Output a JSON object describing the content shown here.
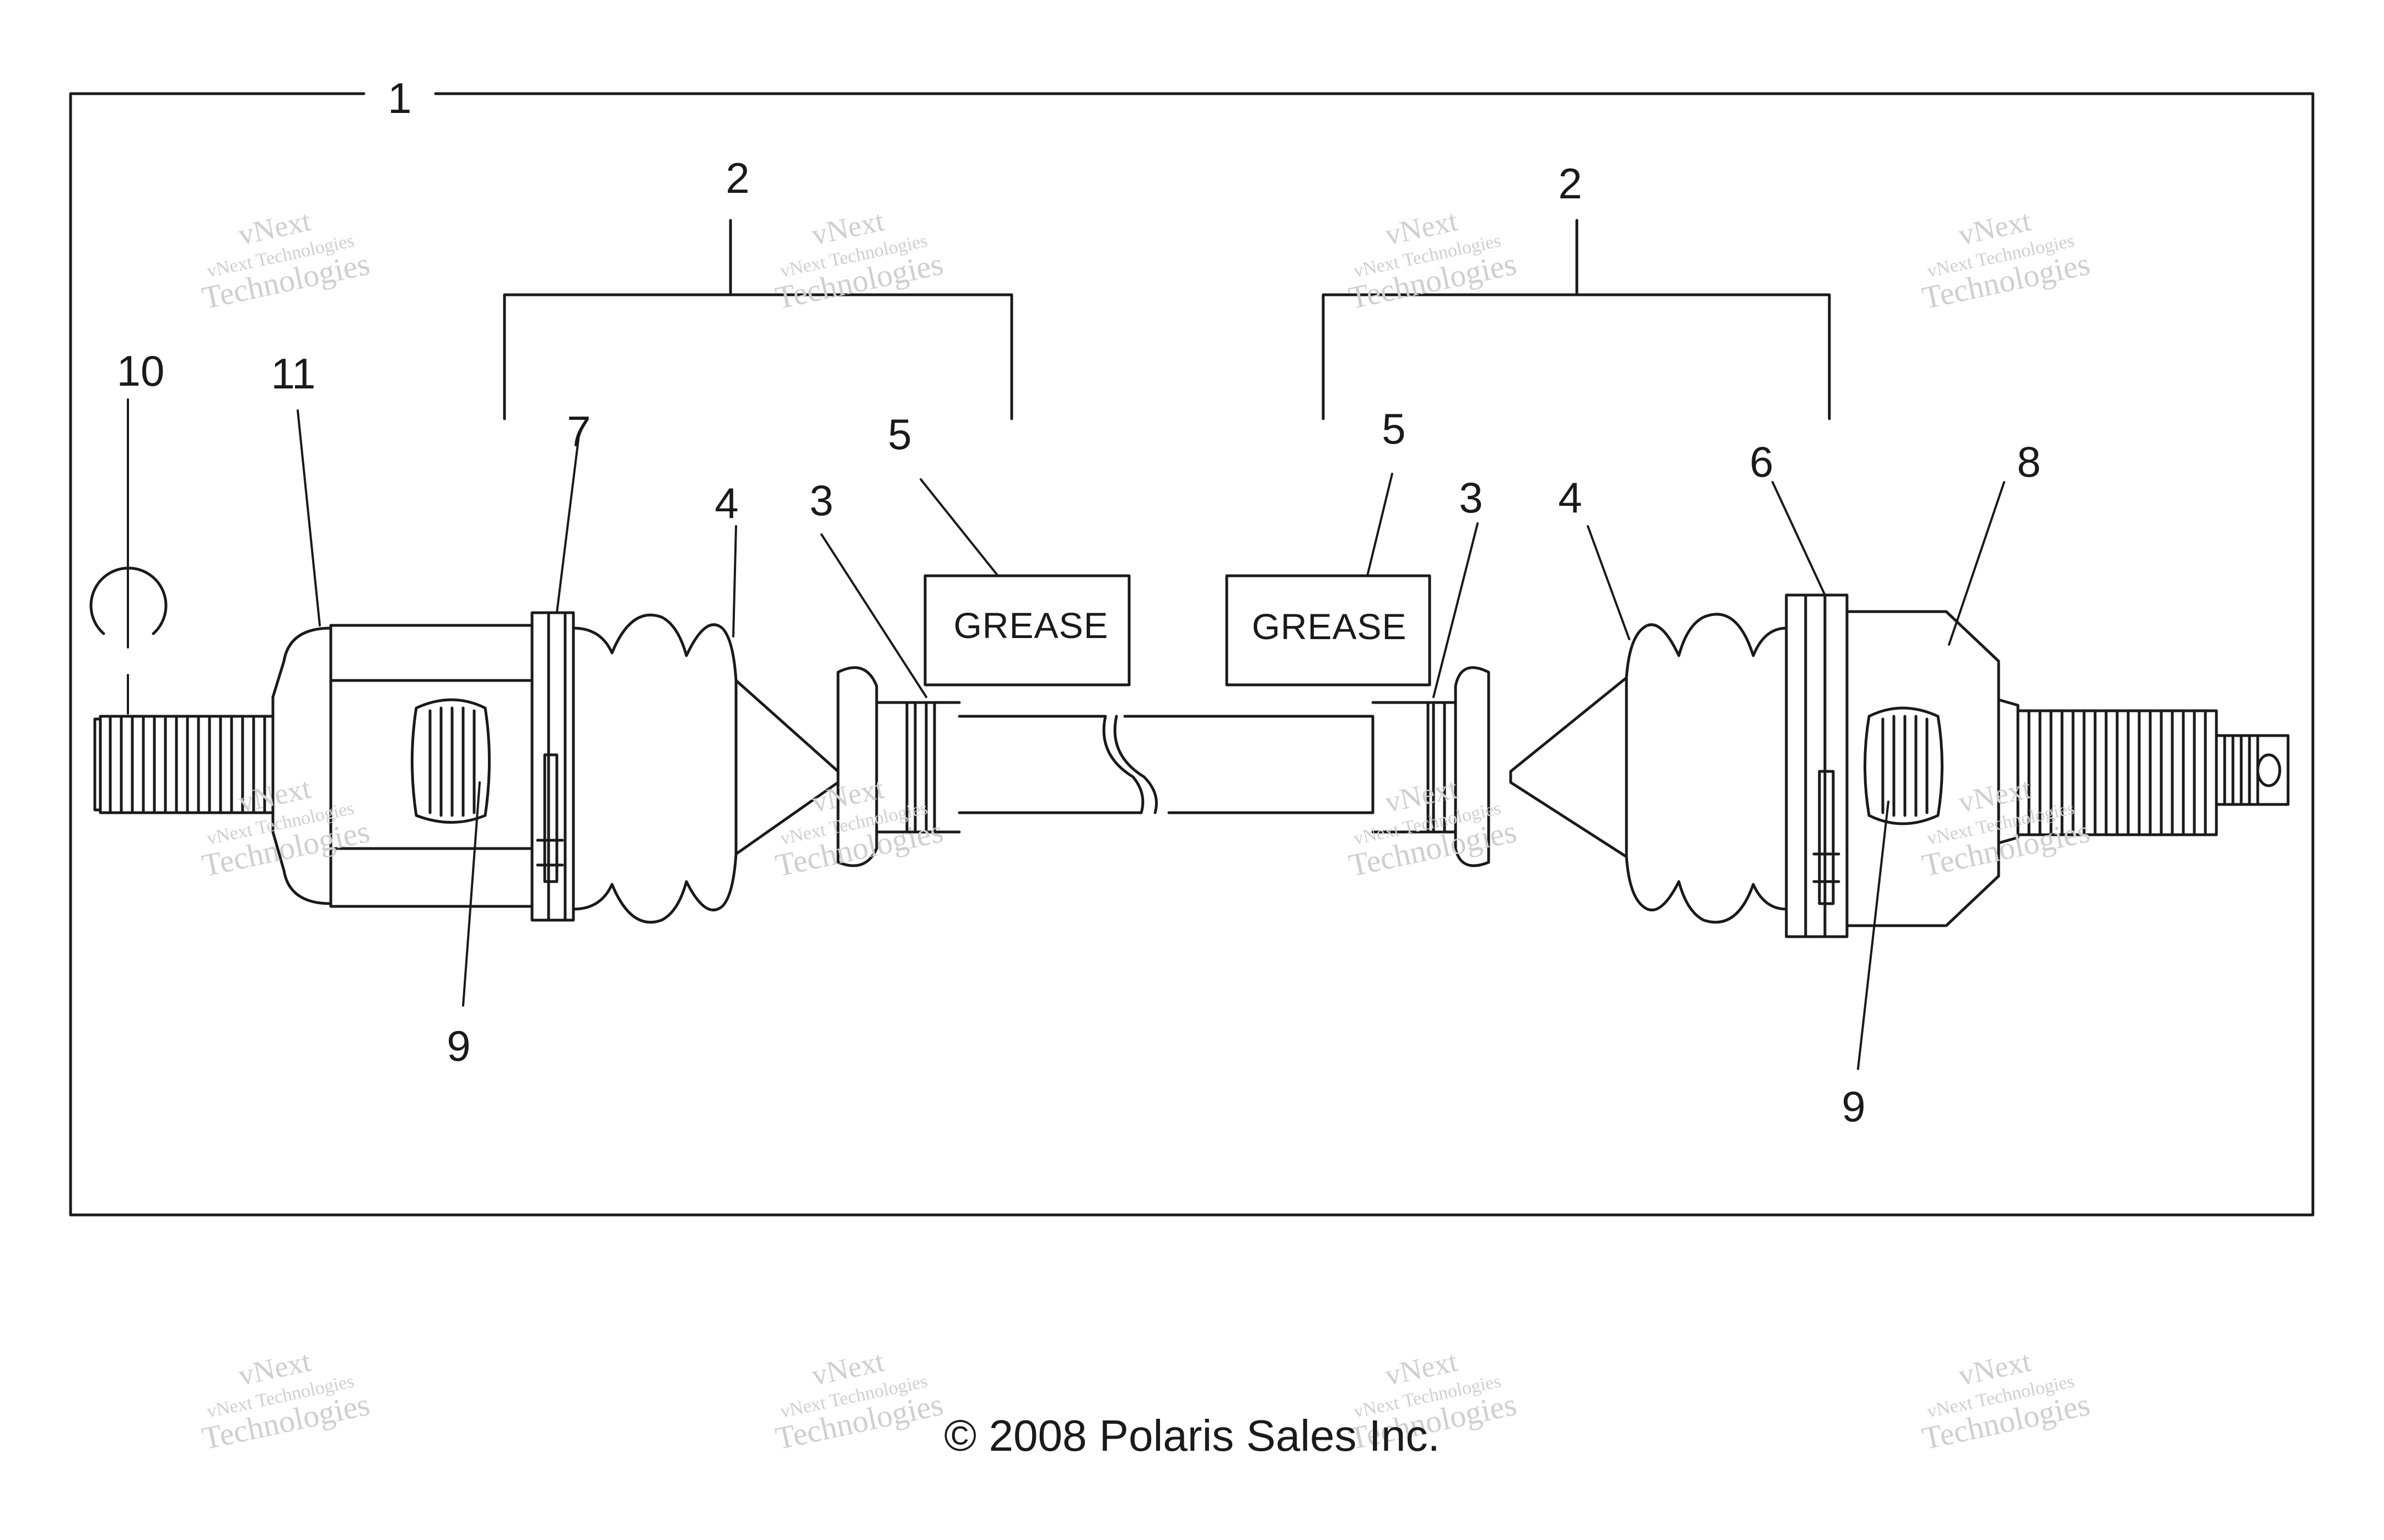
{
  "callouts": {
    "assembly": "1",
    "boot_kit_left": "2",
    "boot_kit_right": "2",
    "clamp_small_left": "3",
    "clamp_small_right": "3",
    "boot_left": "4",
    "boot_right": "4",
    "grease_ref_left": "5",
    "grease_ref_right": "5",
    "clamp_large_right": "6",
    "clamp_large_left": "7",
    "outer_cv_joint": "8",
    "retaining_ring_left": "9",
    "retaining_ring_right": "9",
    "circlip": "10",
    "inner_cv_joint": "11"
  },
  "grease_labels": {
    "left": "GREASE",
    "right": "GREASE"
  },
  "watermark": {
    "line1": "vNext Technologies",
    "line2": "vNext",
    "line3": "Technologies"
  },
  "copyright": "© 2008 Polaris Sales Inc."
}
